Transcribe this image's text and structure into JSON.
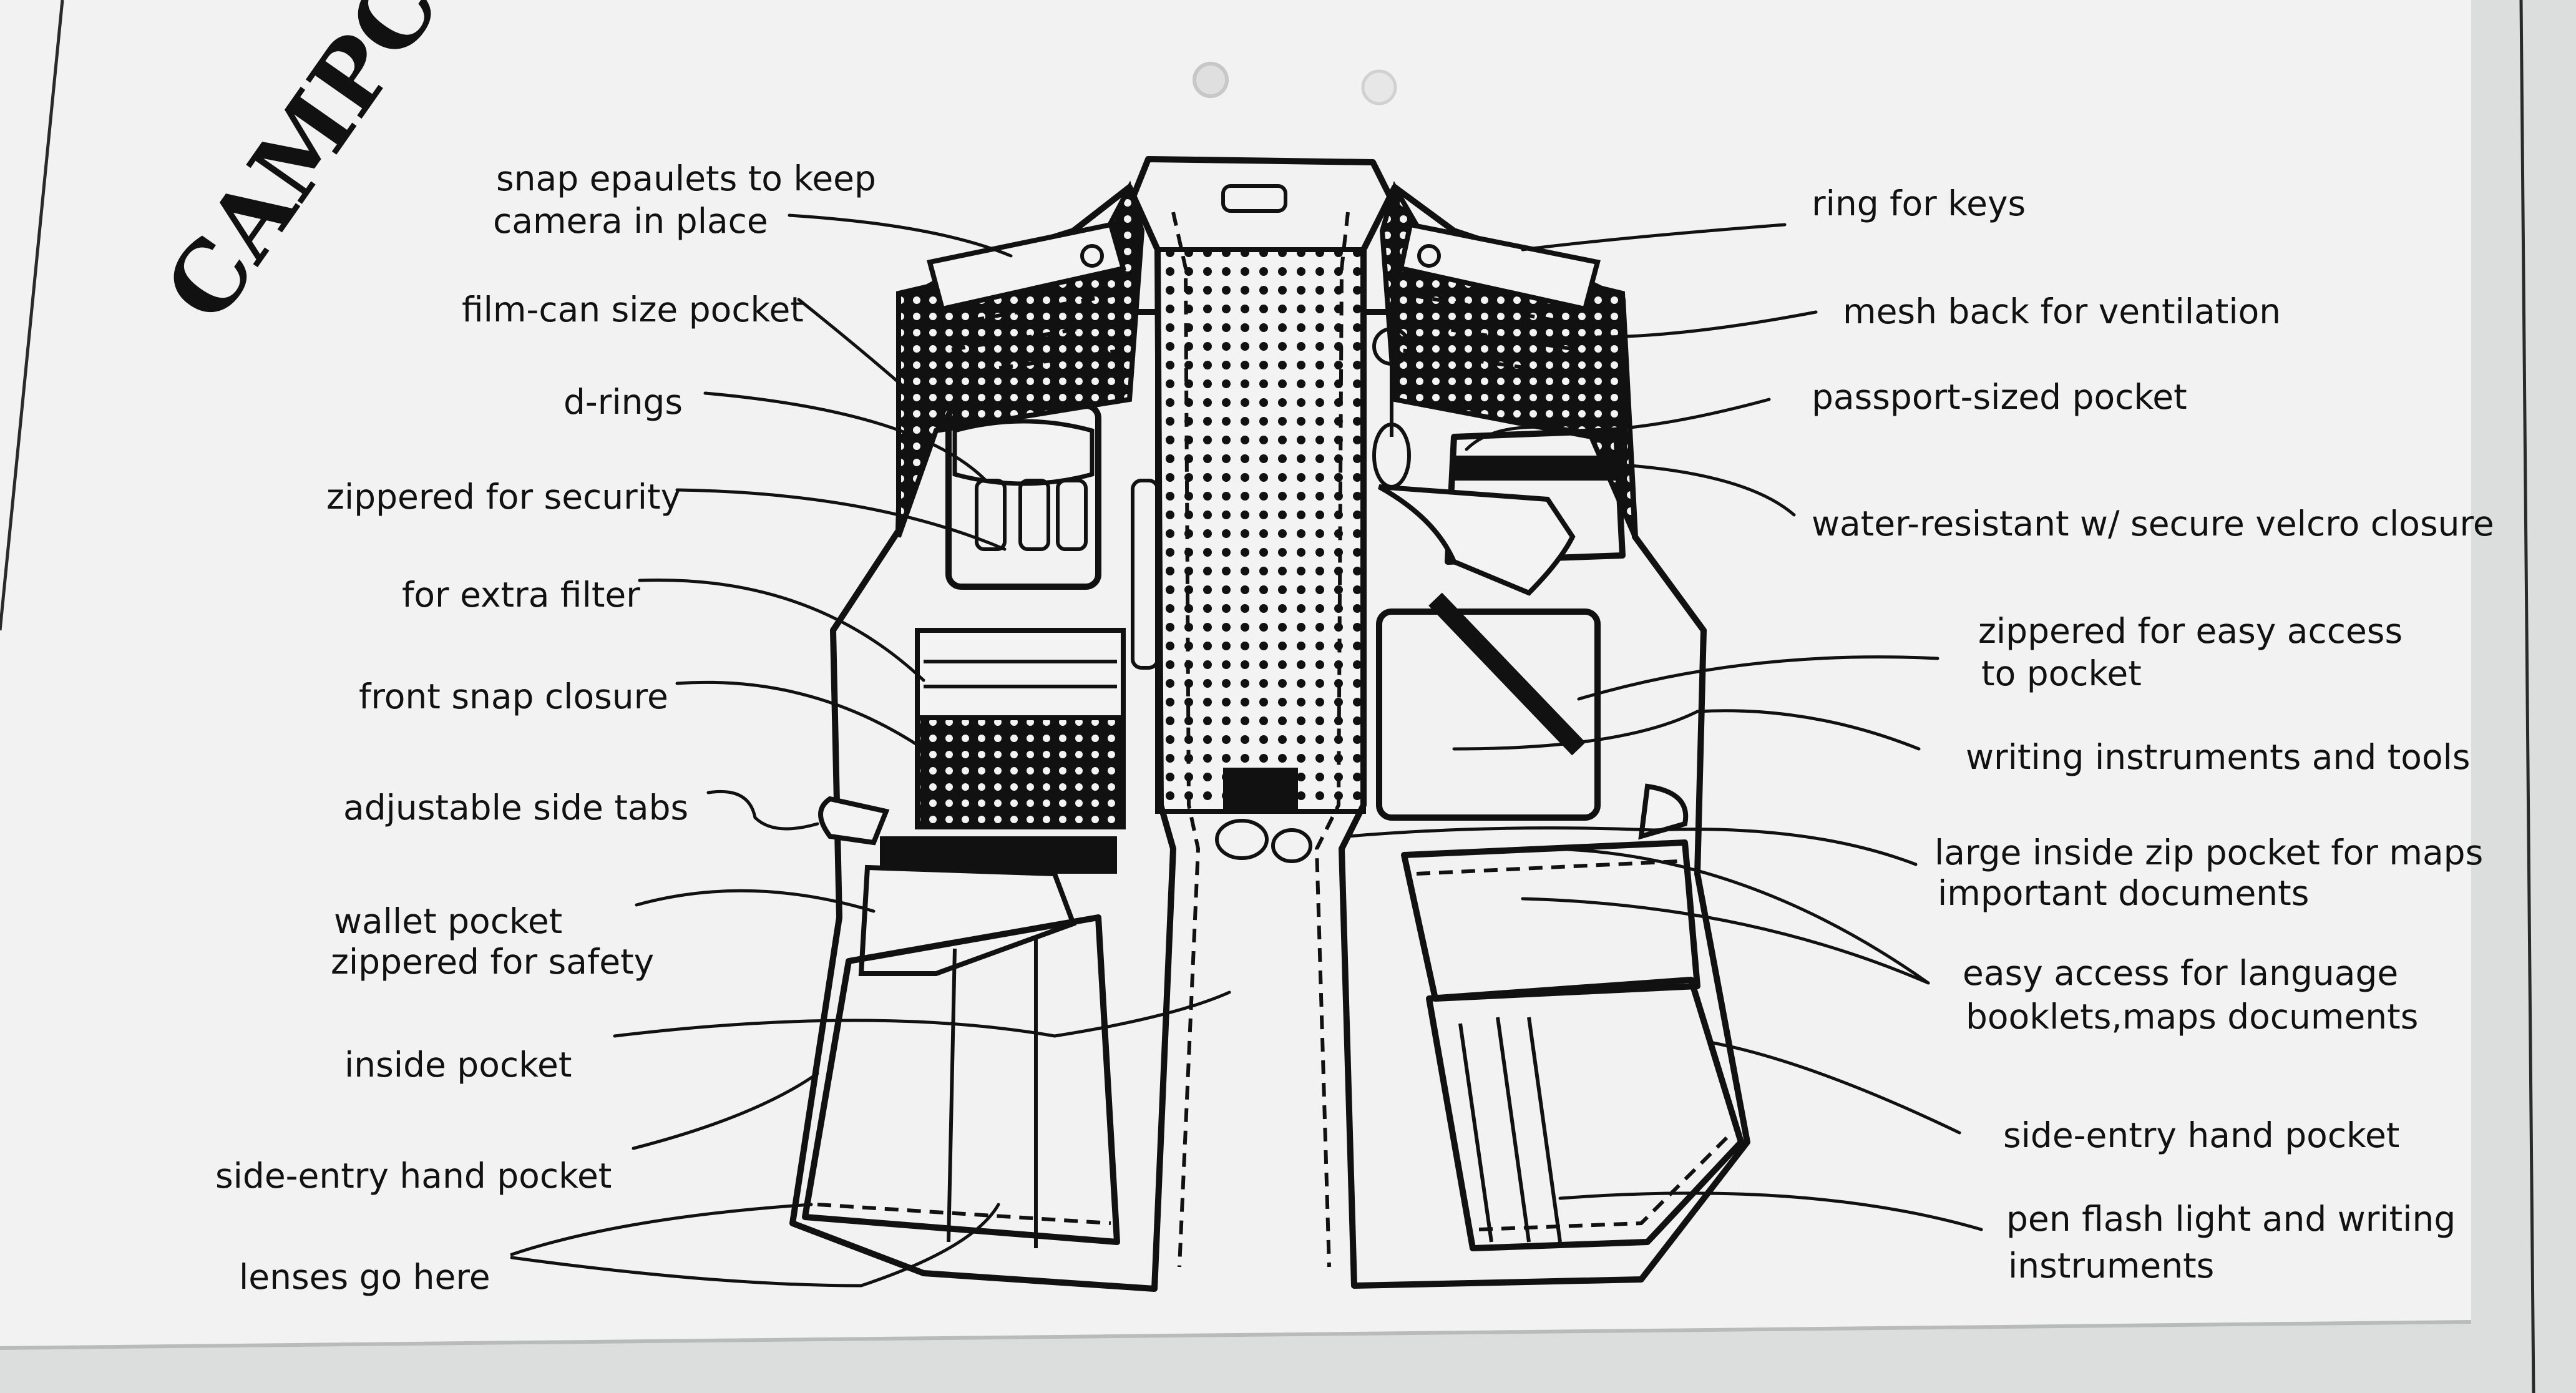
{
  "brand": "CAMPCO",
  "labels_left": [
    {
      "id": "snap-epaulets",
      "lines": [
        "snap epaulets to keep",
        "camera in place"
      ]
    },
    {
      "id": "film-can-pocket",
      "lines": [
        "film-can size pocket"
      ]
    },
    {
      "id": "d-rings",
      "lines": [
        "d-rings"
      ]
    },
    {
      "id": "zippered-security",
      "lines": [
        "zippered for security"
      ]
    },
    {
      "id": "extra-filter",
      "lines": [
        "for extra filter"
      ]
    },
    {
      "id": "front-snap",
      "lines": [
        "front snap closure"
      ]
    },
    {
      "id": "side-tabs",
      "lines": [
        "adjustable side tabs"
      ]
    },
    {
      "id": "wallet-pocket",
      "lines": [
        "wallet pocket",
        "zippered for safety"
      ]
    },
    {
      "id": "inside-pocket",
      "lines": [
        "inside pocket"
      ]
    },
    {
      "id": "hand-pocket-left",
      "lines": [
        "side-entry hand pocket"
      ]
    },
    {
      "id": "lenses",
      "lines": [
        "lenses go here"
      ]
    }
  ],
  "labels_right": [
    {
      "id": "ring-keys",
      "lines": [
        "ring for keys"
      ]
    },
    {
      "id": "mesh-back",
      "lines": [
        "mesh back for ventilation"
      ]
    },
    {
      "id": "passport-pocket",
      "lines": [
        "passport-sized pocket"
      ]
    },
    {
      "id": "water-resistant",
      "lines": [
        "water-resistant w/ secure velcro closure"
      ]
    },
    {
      "id": "zippered-easy",
      "lines": [
        "zippered for easy access",
        "to pocket"
      ]
    },
    {
      "id": "writing-tools",
      "lines": [
        "writing instruments and tools"
      ]
    },
    {
      "id": "inside-zip",
      "lines": [
        "large inside zip pocket for maps",
        "important documents"
      ]
    },
    {
      "id": "language-booklets",
      "lines": [
        "easy access for language",
        "booklets,maps documents"
      ]
    },
    {
      "id": "hand-pocket-right",
      "lines": [
        "side-entry hand pocket"
      ]
    },
    {
      "id": "pen-flash",
      "lines": [
        "pen flash light and writing",
        "instruments"
      ]
    }
  ]
}
